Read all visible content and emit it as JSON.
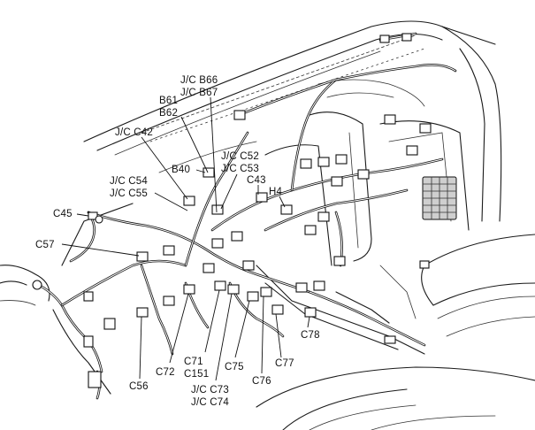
{
  "labels": {
    "jc_b66": "J/C B66",
    "jc_b67": "J/C B67",
    "b61": "B61",
    "b62": "B62",
    "jc_c42": "J/C C42",
    "b40": "B40",
    "jc_c52": "J/C C52",
    "jc_c53": "J/C C53",
    "c43": "C43",
    "jc_c54": "J/C C54",
    "jc_c55": "J/C C55",
    "h4": "H4",
    "c45": "C45",
    "c57": "C57",
    "c56": "C56",
    "c72": "C72",
    "c71": "C71",
    "c151": "C151",
    "c75": "C75",
    "c76": "C76",
    "c77": "C77",
    "c78": "C78",
    "jc_c73": "J/C C73",
    "jc_c74": "J/C C74"
  }
}
